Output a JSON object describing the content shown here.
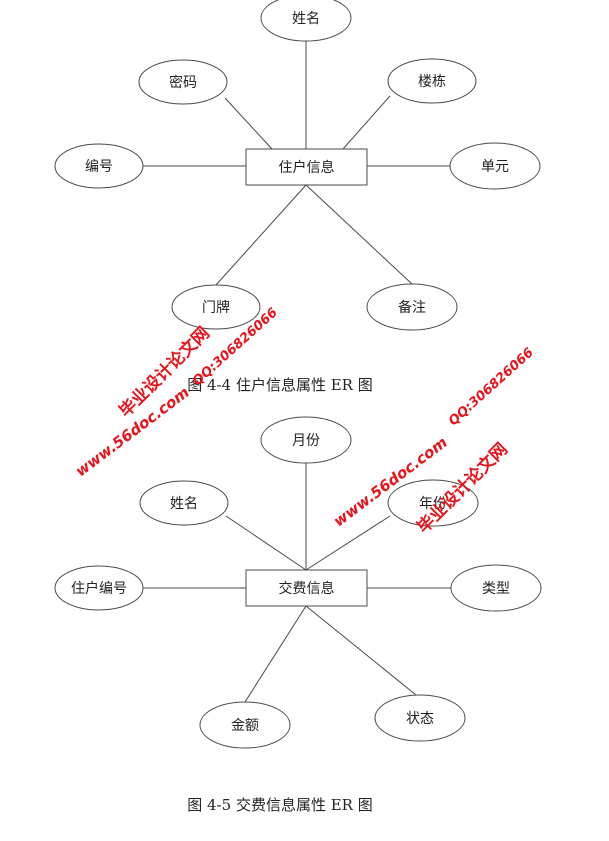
{
  "diagrams": [
    {
      "entity": "住户信息",
      "attributes": [
        "姓名",
        "密码",
        "楼栋",
        "编号",
        "单元",
        "门牌",
        "备注"
      ],
      "caption": "图 4-4 住户信息属性 ER 图"
    },
    {
      "entity": "交费信息",
      "attributes": [
        "月份",
        "姓名",
        "年份",
        "住户编号",
        "类型",
        "金额",
        "状态"
      ],
      "caption": "图 4-5 交费信息属性 ER 图"
    }
  ],
  "watermarks": {
    "site": "www.56doc.com",
    "name": "毕业设计论文网",
    "qq": "QQ:306826066"
  },
  "colors": {
    "stroke": "#4a4a4a",
    "text": "#222222",
    "watermark": "#e8141b"
  }
}
